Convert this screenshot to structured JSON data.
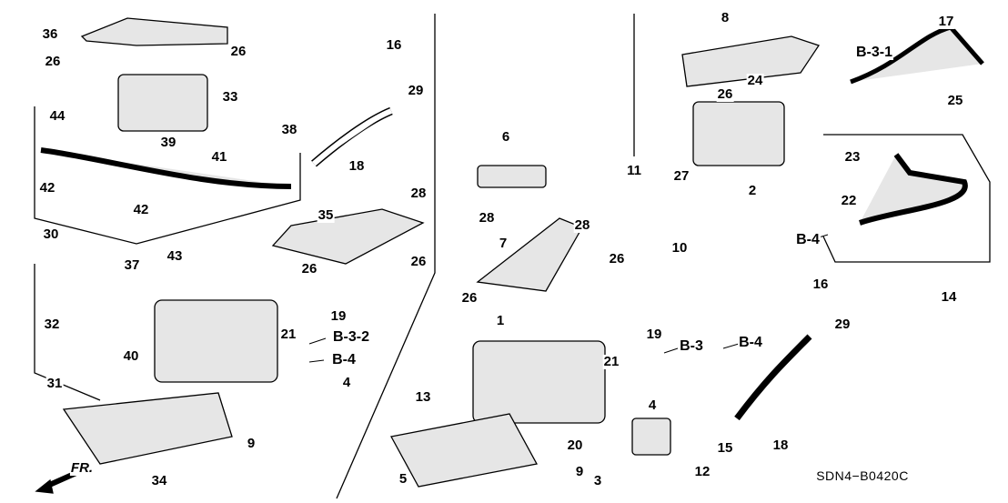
{
  "diagram": {
    "parts": [
      "36",
      "26",
      "26",
      "33",
      "16",
      "29",
      "44",
      "39",
      "41",
      "38",
      "18",
      "42",
      "42",
      "28",
      "35",
      "30",
      "37",
      "43",
      "26",
      "26",
      "19",
      "21",
      "4",
      "32",
      "40",
      "31",
      "9",
      "34",
      "6",
      "11",
      "28",
      "28",
      "7",
      "26",
      "10",
      "26",
      "1",
      "19",
      "21",
      "13",
      "4",
      "20",
      "5",
      "9",
      "3",
      "12",
      "15",
      "18",
      "16",
      "29",
      "8",
      "17",
      "24",
      "26",
      "25",
      "23",
      "27",
      "2",
      "22",
      "14"
    ],
    "refs": [
      "B-3-2",
      "B-4",
      "B-3",
      "B-4",
      "B-3-1",
      "B-4"
    ],
    "front_label": "FR.",
    "diagram_code": "SDN4−B0420C"
  },
  "colors": {
    "ink": "#000000",
    "background": "#ffffff",
    "part_fill": "#e6e6e6"
  }
}
